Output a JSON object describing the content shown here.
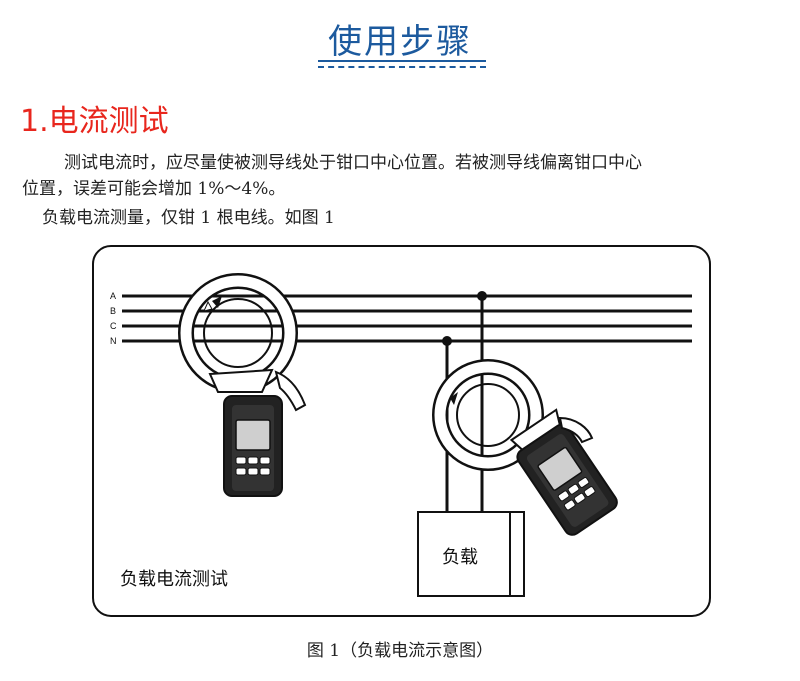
{
  "header": {
    "title": "使用步骤"
  },
  "section": {
    "heading": "1.电流测试"
  },
  "body": {
    "para1_line1": "测试电流时，应尽量使被测导线处于钳口中心位置。若被测导线偏离钳口中心",
    "para1_line2": "位置，误差可能会增加 1%～4%。",
    "para2": "负载电流测量，仅钳 1 根电线。如图 1"
  },
  "figure": {
    "wire_labels": [
      "A",
      "B",
      "C",
      "N"
    ],
    "load_label": "负载",
    "inner_caption": "负载电流测试",
    "caption": "图 1（负载电流示意图）"
  }
}
